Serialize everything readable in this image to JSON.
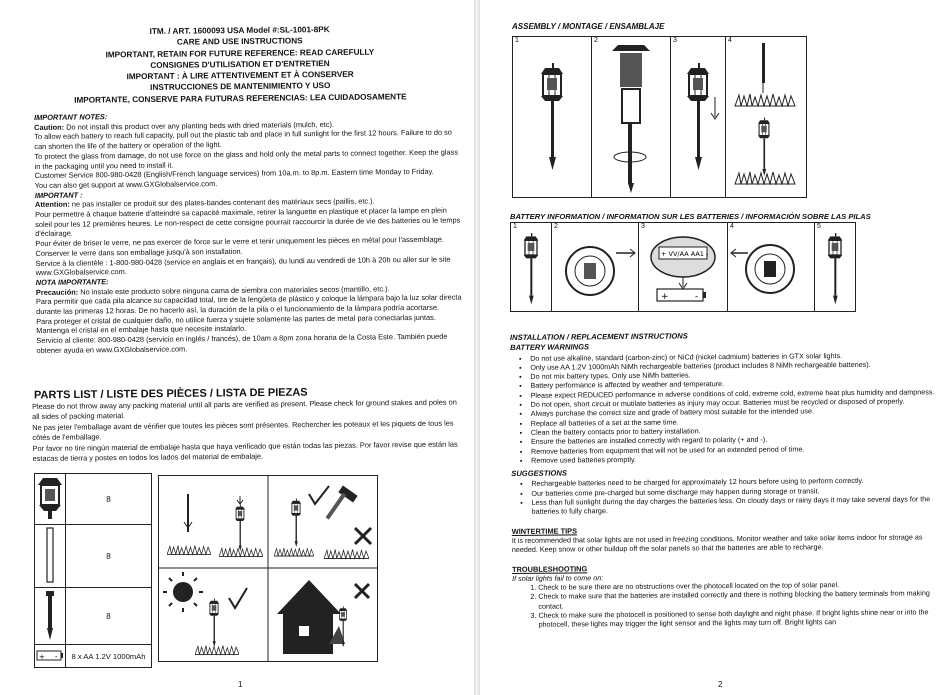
{
  "header": {
    "line1": "ITM. / ART. 1600093 USA Model #:SL-1001-8PK",
    "line2": "CARE AND USE INSTRUCTIONS",
    "line3": "IMPORTANT, RETAIN FOR FUTURE REFERENCE: READ CAREFULLY",
    "line4": "CONSIGNES D'UTILISATION ET D'ENTRETIEN",
    "line5": "IMPORTANT : À LIRE ATTENTIVEMENT ET À CONSERVER",
    "line6": "INSTRUCCIONES DE MANTENIMIENTO Y USO",
    "line7": "IMPORTANTE, CONSERVE PARA FUTURAS REFERENCIAS: LEA CUIDADOSAMENTE"
  },
  "notes": {
    "en_heading": "IMPORTANT NOTES:",
    "en_caution_label": "Caution:",
    "en_caution": " Do not install this product over any planting beds with dried materials (mulch, etc).",
    "en_p1": "To allow each battery to reach full capacity, pull out the plastic tab and place in full sunlight for the first 12 hours. Failure to do so can shorten the life of the battery or operation of the light.",
    "en_p2": "To protect the glass from damage, do not use force on the glass and hold only the metal parts to connect together. Keep the glass in the packaging until you need to install it.",
    "en_p3": "Customer Service 800-980-0428 (English/French language services) from 10a.m. to 8p.m. Eastern time Monday to Friday.",
    "en_p4": "You can also get support at www.GXGlobalservice.com.",
    "fr_heading": "IMPORTANT :",
    "fr_att_label": "Attention:",
    "fr_att": " ne pas installer ce produit sur des plates-bandes contenant des matériaux secs (paillis, etc.).",
    "fr_p1": "Pour permettre à chaque batterie d'atteindre sa capacité maximale, retirer la languette en plastique et placer la lampe en plein soleil pour les 12 premières heures. Le non-respect de cette consigne pourrait raccourcir la durée de vie des batteries ou le temps d'éclairage.",
    "fr_p2": "Pour éviter de briser le verre, ne pas exercer de force sur le verre et tenir uniquement les pièces en métal pour l'assemblage. Conserver le verre dans son emballage jusqu'à son installation.",
    "fr_p3": "Service à la clientèle : 1-800-980-0428 (service en anglais et en français), du lundi au vendredi de 10h à 20h ou aller sur le site www.GXGlobalservice.com.",
    "es_heading": "NOTA IMPORTANTE:",
    "es_prec_label": "Precaución:",
    "es_prec": " No instale este producto sobre ninguna cama de siembra con materiales secos (mantillo, etc.).",
    "es_p1": "Para permitir que cada pila alcance su capacidad total, tire de la lengüeta de plástico y coloque la lámpara bajo la luz solar directa durante las primeras 12 horas. De no hacerlo así, la duración de la pila o el funcionamiento de la lámpara podría acortarse.",
    "es_p2": "Para proteger el cristal de cualquier daño, no utilice fuerza y sujete solamente las partes de metal para conectarlas juntas. Mantenga el cristal en el embalaje hasta que necesite instalarlo.",
    "es_p3": "Servicio al cliente: 800-980-0428 (servicio en inglés / francés), de 10am a 8pm zona horaria de la Costa Este. También puede obtener ayuda en www.GXGlobalservice.com."
  },
  "parts": {
    "title": "PARTS LIST / LISTE DES PIÈCES / LISTA DE PIEZAS",
    "p_en": "Please do not throw away any packing material until all parts are verified as present. Please check for ground stakes and poles on all sides of packing material.",
    "p_fr": "Ne pas jeter l'emballage avant de vérifier que toutes les pièces sont présentes. Rechercher les poteaux et les piquets de tous les côtés de l'emballage.",
    "p_es": "Por favor no tire ningún material de embalaje hasta que haya verificado que están todas las piezas. Por favor revise que están las estacas de tierra y postes en todos los lados del material de embalaje.",
    "rows": [
      {
        "qty": "8"
      },
      {
        "qty": "8"
      },
      {
        "qty": "8"
      },
      {
        "qty": "8 x AA 1.2V 1000mAh"
      }
    ]
  },
  "page_numbers": {
    "left": "1",
    "right": "2"
  },
  "assembly": {
    "title": "ASSEMBLY / MONTAGE / ENSAMBLAJE",
    "steps": [
      "1",
      "2",
      "3",
      "4"
    ]
  },
  "battery_info": {
    "title": "BATTERY INFORMATION / INFORMATION SUR LES BATTERIES / INFORMACIÓN SOBRE LAS PILAS",
    "steps": [
      "1",
      "2",
      "3",
      "4",
      "5"
    ],
    "lid_label": "+ VV/AA AA1 -"
  },
  "installation": {
    "title": "INSTALLATION / REPLACEMENT INSTRUCTIONS",
    "warnings_heading": "BATTERY WARNINGS",
    "warnings": [
      "Do not use alkaline, standard (carbon-zinc) or NiCd (nickel cadmium) batteries in GTX solar lights.",
      "Only use AA 1.2V 1000mAh NiMh rechargeable batteries (product includes 8 NiMh rechargeable batteries).",
      "Do not mix battery types. Only use NiMh batteries.",
      "Battery performance is affected by weather and temperature.",
      "Please expect REDUCED performance in adverse conditions of cold, extreme cold, extreme heat plus humidity and dampness.",
      "Do not open, short circuit or mutilate batteries as injury may occur. Batteries must be recycled or disposed of properly.",
      "Always purchase the correct size and grade of battery most suitable for the intended use.",
      "Replace all batteries of a set at the same time.",
      "Clean the battery contacts prior to battery installation.",
      "Ensure the batteries are installed correctly with regard to polarity (+ and -).",
      "Remove batteries from equipment that will not be used for an extended period of time.",
      "Remove used batteries promptly."
    ],
    "suggestions_heading": "SUGGESTIONS",
    "suggestions": [
      "Rechargeable batteries need to be charged for approximately 12 hours before using to perform correctly.",
      "Our batteries come pre-charged but some discharge may happen during storage or transit.",
      "Less than full sunlight during the day charges the batteries less. On cloudy days or rainy days it may take several days for the batteries to fully charge."
    ],
    "winter_heading": "WINTERTIME TIPS",
    "winter_text": "It is recommended that solar lights are not used in freezing conditions. Monitor weather and take solar items indoor for storage as needed. Keep snow or other buildup off the solar panels so that the batteries are able to recharge.",
    "trouble_heading": "TROUBLESHOOTING",
    "trouble_intro": "If solar lights fail to come on:",
    "trouble": [
      "Check to be sure there are no obstructions over the photocell located on the top of solar panel.",
      "Check to make sure that the batteries are installed correctly and there is nothing blocking the battery terminals from making contact.",
      "Check to make sure the photocell is positioned to sense both daylight and night phase. If bright lights shine near or into the photocell, these lights may trigger the light sensor and the lights may turn off. Bright lights can"
    ]
  }
}
